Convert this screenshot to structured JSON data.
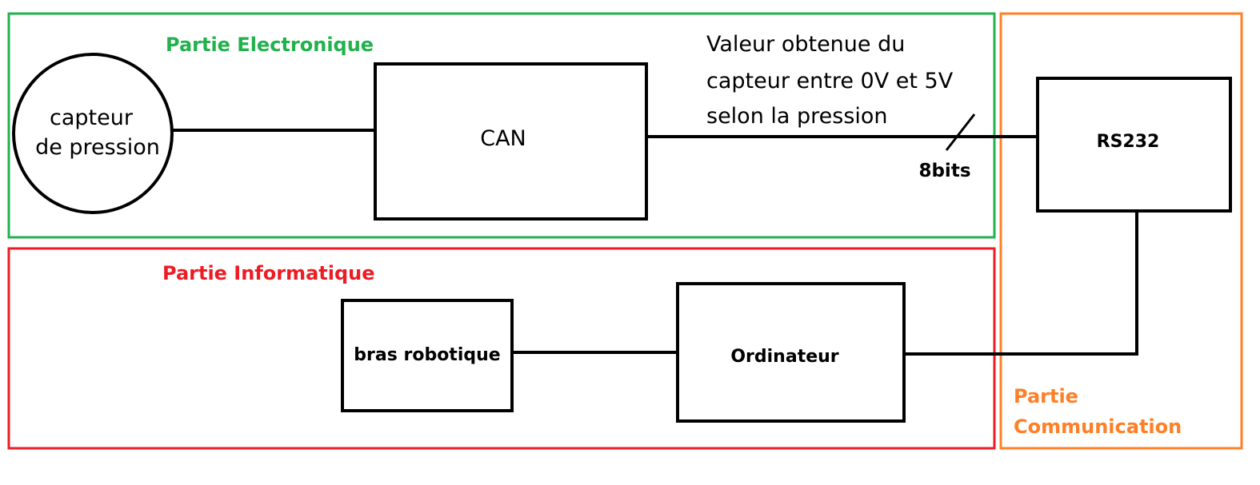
{
  "sections": {
    "electronique": {
      "label": "Partie Electronique",
      "color": "#22b14c"
    },
    "informatique": {
      "label": "Partie Informatique",
      "color": "#ed1c24"
    },
    "communication": {
      "label_line1": "Partie",
      "label_line2": "Communication",
      "color": "#ff7f27"
    }
  },
  "nodes": {
    "capteur": {
      "line1": "capteur",
      "line2": "de pression"
    },
    "can": {
      "label": "CAN"
    },
    "rs232": {
      "label": "RS232"
    },
    "bras": {
      "label": "bras robotique"
    },
    "ordinateur": {
      "label": "Ordinateur"
    }
  },
  "annotations": {
    "valeur_line1": "Valeur obtenue du",
    "valeur_line2": "capteur entre 0V et 5V",
    "valeur_line3": "selon la pression",
    "bus_width": "8bits"
  }
}
